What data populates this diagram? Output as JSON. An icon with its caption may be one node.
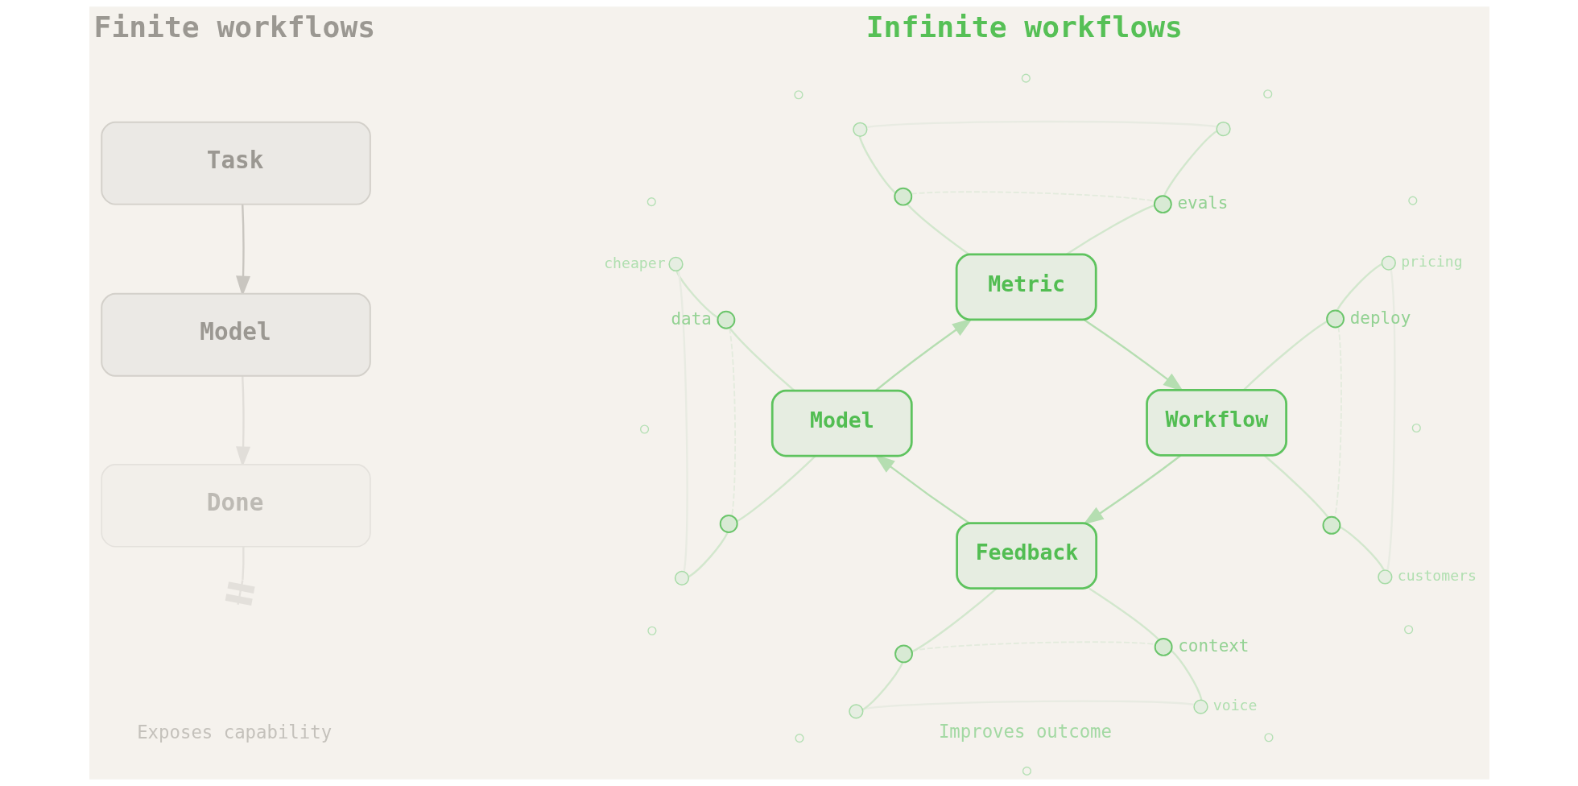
{
  "diagram": {
    "nodes": [
      {
        "text": [
          "Task"
        ]
      },
      {
        "text": [
          "Model"
        ]
      },
      {
        "text": [
          "Done"
        ]
      },
      {
        "text": [
          "Metric"
        ]
      },
      {
        "text": [
          "Workflow"
        ]
      },
      {
        "text": [
          "Feedback"
        ]
      },
      {
        "text": [
          "Model"
        ]
      },
      {
        "text": [],
        "shape": "circle"
      },
      {
        "text": [],
        "shape": "circle",
        "beside": [
          "evals"
        ]
      },
      {
        "text": [],
        "shape": "circle",
        "beside": [
          "deploy"
        ]
      },
      {
        "text": [],
        "shape": "circle"
      },
      {
        "text": [],
        "shape": "circle",
        "beside": [
          "context"
        ]
      },
      {
        "text": [],
        "shape": "circle"
      },
      {
        "text": [],
        "shape": "circle"
      },
      {
        "text": [],
        "shape": "circle",
        "beside": [
          "data"
        ]
      },
      {
        "text": [],
        "shape": "circle"
      },
      {
        "text": [],
        "shape": "circle"
      },
      {
        "text": [],
        "shape": "circle",
        "beside": [
          "pricing"
        ]
      },
      {
        "text": [],
        "shape": "circle",
        "beside": [
          "customers"
        ]
      },
      {
        "text": [],
        "shape": "circle",
        "beside": [
          "voice"
        ]
      },
      {
        "text": [],
        "shape": "circle"
      },
      {
        "text": [],
        "shape": "circle"
      },
      {
        "text": [],
        "shape": "circle",
        "beside": [
          "cheaper"
        ]
      },
      {
        "text": [],
        "shape": "circle"
      },
      {
        "text": [],
        "shape": "circle"
      },
      {
        "text": [],
        "shape": "circle"
      },
      {
        "text": [],
        "shape": "circle"
      },
      {
        "text": [],
        "shape": "circle"
      },
      {
        "text": [],
        "shape": "circle"
      },
      {
        "text": [],
        "shape": "circle"
      },
      {
        "text": [],
        "shape": "circle"
      },
      {
        "text": [],
        "shape": "circle"
      },
      {
        "text": [],
        "shape": "circle"
      },
      {
        "text": [],
        "shape": "circle"
      },
      {
        "text": [],
        "shape": "circle"
      }
    ],
    "edges": [
      {
        "from": 0,
        "to": 1,
        "arrow": "to",
        "color": "#c9c6c0"
      },
      {
        "from": 1,
        "to": 2,
        "arrow": "to",
        "color": "#e1ded9"
      },
      {
        "from": 2,
        "to": null,
        "arrow": "other",
        "color": "#e3e0db"
      },
      {
        "from": 3,
        "to": 4,
        "arrow": "to",
        "color": "#b5deb1"
      },
      {
        "from": 4,
        "to": 5,
        "arrow": "to",
        "color": "#b5deb1"
      },
      {
        "from": 5,
        "to": 6,
        "arrow": "to",
        "color": "#b5deb1"
      },
      {
        "from": 6,
        "to": 3,
        "arrow": "to",
        "color": "#b5deb1"
      },
      {
        "from": 3,
        "to": 7,
        "arrow": "none"
      },
      {
        "from": 3,
        "to": 8,
        "arrow": "none"
      },
      {
        "from": 4,
        "to": 9,
        "arrow": "none"
      },
      {
        "from": 4,
        "to": 10,
        "arrow": "none"
      },
      {
        "from": 5,
        "to": 11,
        "arrow": "none"
      },
      {
        "from": 5,
        "to": 12,
        "arrow": "none"
      },
      {
        "from": 6,
        "to": 13,
        "arrow": "none"
      },
      {
        "from": 6,
        "to": 14,
        "arrow": "none"
      },
      {
        "from": 7,
        "to": 15,
        "arrow": "none"
      },
      {
        "from": 8,
        "to": 16,
        "arrow": "none"
      },
      {
        "from": 9,
        "to": 17,
        "arrow": "none"
      },
      {
        "from": 10,
        "to": 18,
        "arrow": "none"
      },
      {
        "from": 11,
        "to": 19,
        "arrow": "none"
      },
      {
        "from": 12,
        "to": 20,
        "arrow": "none"
      },
      {
        "from": 13,
        "to": 21,
        "arrow": "none"
      },
      {
        "from": 14,
        "to": 22,
        "arrow": "none"
      },
      {
        "from": 15,
        "to": 16,
        "arrow": "none",
        "color": "#e8ebe2"
      },
      {
        "from": 7,
        "to": 8,
        "arrow": "none",
        "style": "dashed",
        "color": "#e3ebdd"
      },
      {
        "from": 17,
        "to": 18,
        "arrow": "none",
        "color": "#e8ebe2"
      },
      {
        "from": 9,
        "to": 10,
        "arrow": "none",
        "style": "dashed",
        "color": "#e3ebdd"
      },
      {
        "from": 20,
        "to": 19,
        "arrow": "none",
        "color": "#e8ebe2"
      },
      {
        "from": 12,
        "to": 11,
        "arrow": "none",
        "style": "dashed",
        "color": "#e3ebdd"
      },
      {
        "from": 22,
        "to": 21,
        "arrow": "none",
        "color": "#e8ebe2"
      },
      {
        "from": 14,
        "to": 13,
        "arrow": "none",
        "style": "dashed",
        "color": "#e3ebdd"
      }
    ],
    "labels": [
      "Finite workflows",
      "Infinite workflows",
      "Exposes capability",
      "Improves outcome"
    ]
  }
}
